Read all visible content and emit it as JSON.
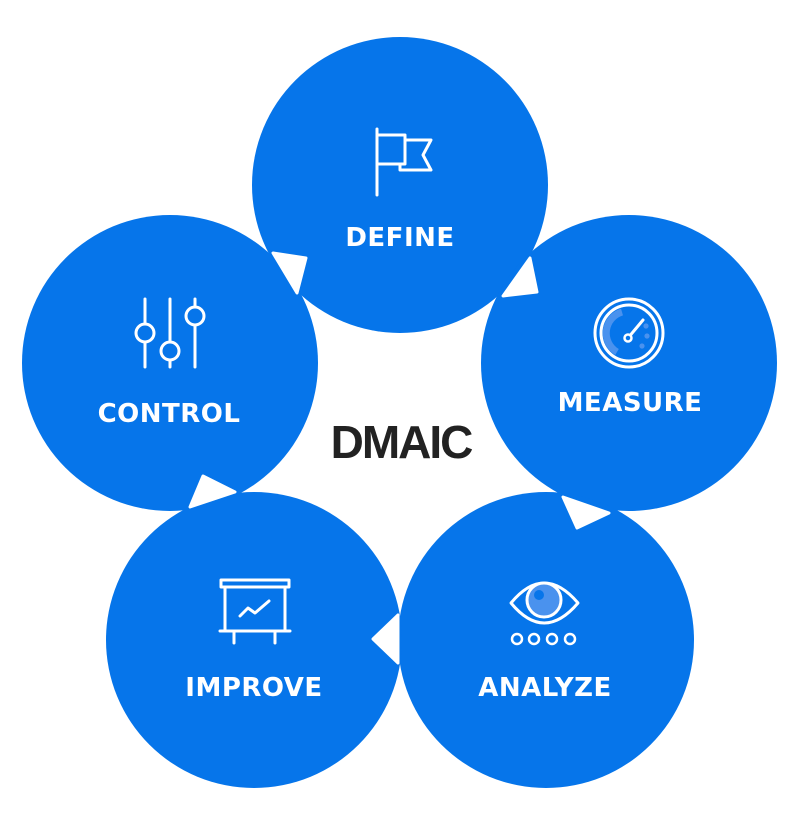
{
  "title": "DMAIC",
  "colors": {
    "circle": "#0675EA",
    "background": "#FFFFFF",
    "label": "#FFFFFF",
    "title": "#222222",
    "icon_accent": "#4A92EE"
  },
  "stages": [
    {
      "id": "define",
      "label": "DEFINE",
      "icon": "flag-icon"
    },
    {
      "id": "measure",
      "label": "MEASURE",
      "icon": "gauge-icon"
    },
    {
      "id": "analyze",
      "label": "ANALYZE",
      "icon": "eye-icon"
    },
    {
      "id": "improve",
      "label": "IMPROVE",
      "icon": "presentation-board-icon"
    },
    {
      "id": "control",
      "label": "CONTROL",
      "icon": "sliders-icon"
    }
  ],
  "flow": [
    {
      "from": "define",
      "to": "measure"
    },
    {
      "from": "measure",
      "to": "analyze"
    },
    {
      "from": "analyze",
      "to": "improve"
    },
    {
      "from": "improve",
      "to": "control"
    },
    {
      "from": "control",
      "to": "define"
    }
  ]
}
